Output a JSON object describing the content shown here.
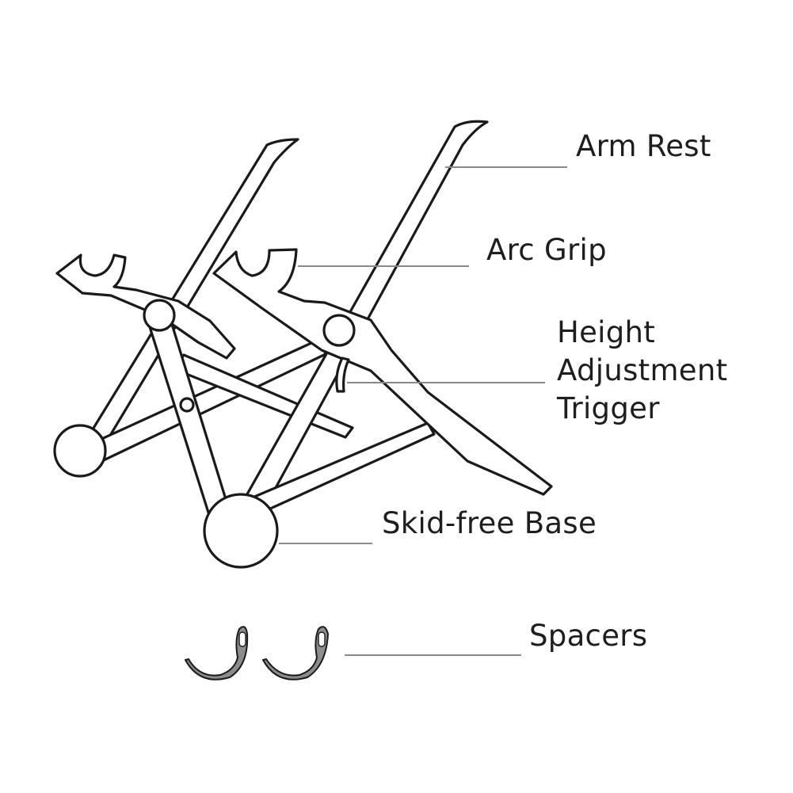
{
  "labels": {
    "arm_rest": "Arm Rest",
    "arc_grip": "Arc Grip",
    "height_adjustment_trigger": "Height\nAdjustment\nTrigger",
    "skid_free_base": "Skid-free Base",
    "spacers": "Spacers"
  },
  "colors": {
    "line": "#1a1a1a",
    "leader": "#8a8a8a",
    "spacer_fill": "#8c8c8c",
    "text": "#1e1e1e"
  }
}
